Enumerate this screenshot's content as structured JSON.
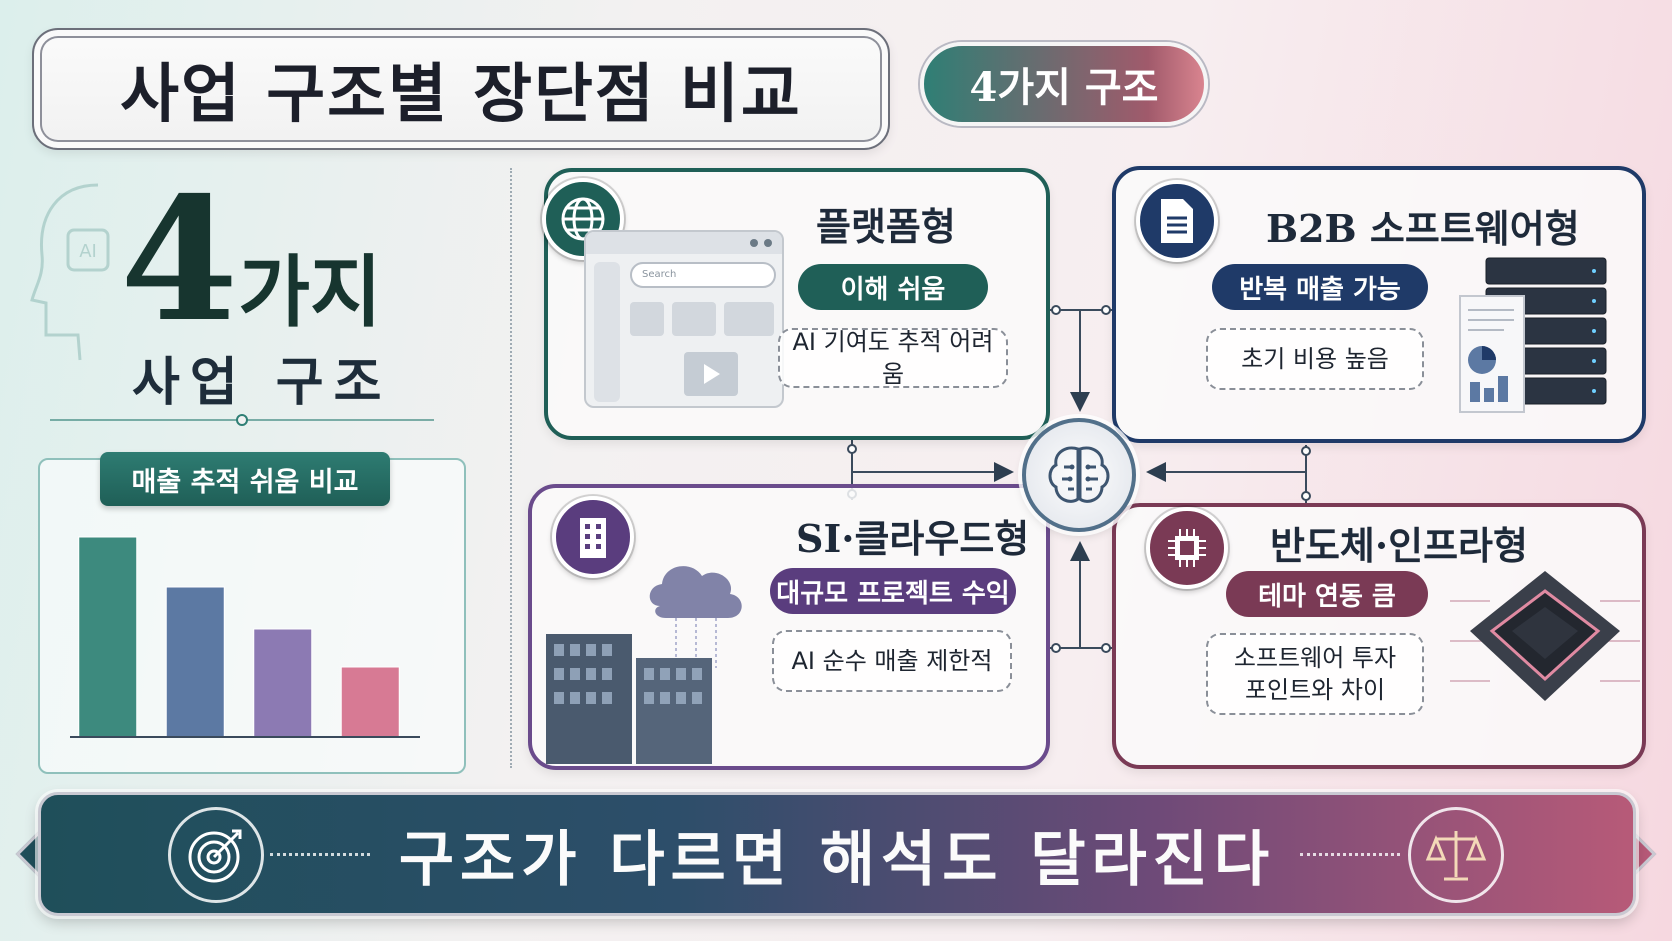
{
  "header": {
    "title": "사업 구조별 장단점 비교",
    "badge": "4가지 구조"
  },
  "left": {
    "big_number": "4",
    "big_word": "가지",
    "subtitle": "사업 구조",
    "chart_tag": "매출 추적 쉬움 비교"
  },
  "chart_data": {
    "type": "bar",
    "title": "매출 추적 쉬움 비교",
    "categories": [],
    "values": [
      100,
      75,
      54,
      35
    ],
    "colors": [
      "#3d8a7e",
      "#5c79a3",
      "#8c7ab3",
      "#d77a94"
    ]
  },
  "cards": {
    "platform": {
      "title": "플랫폼형",
      "pill": "이해 쉬움",
      "note": "AI 기여도 추적 어려움",
      "search_placeholder": "Search",
      "icon": "globe-icon",
      "color": "#1f5f57"
    },
    "b2b": {
      "title": "B2B 소프트웨어형",
      "pill": "반복 매출 가능",
      "note": "초기 비용 높음",
      "icon": "document-icon",
      "color": "#1f3a68"
    },
    "si": {
      "title": "SI·클라우드형",
      "pill": "대규모 프로젝트 수익",
      "note": "AI 순수 매출 제한적",
      "icon": "building-icon",
      "color": "#5a3d7e"
    },
    "semi": {
      "title": "반도체·인프라형",
      "pill": "테마 연동 큼",
      "note_line1": "소프트웨어 투자",
      "note_line2": "포인트와 차이",
      "icon": "chip-icon",
      "color": "#7a3a55"
    }
  },
  "center": {
    "icon": "brain-icon"
  },
  "banner": {
    "text": "구조가 다르면 해석도 달라진다",
    "left_icon": "target-icon",
    "right_icon": "scales-icon"
  }
}
